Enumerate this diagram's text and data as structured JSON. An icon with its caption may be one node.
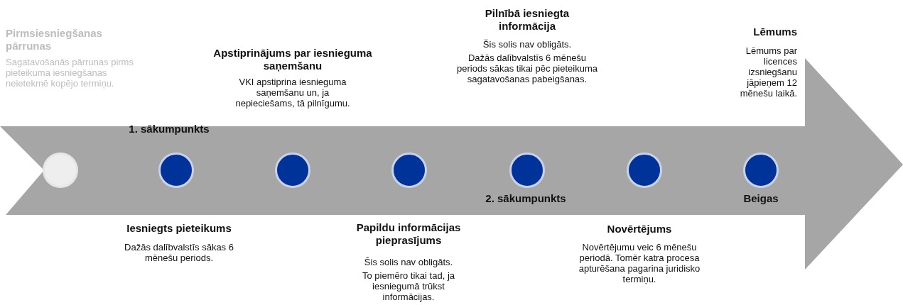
{
  "diagram": {
    "nodes": [
      {
        "text": [],
        "shape": "arrow"
      },
      {
        "text": [],
        "shape": "circle",
        "in": 0,
        "beside": [
          "Pirmsiesniegšanas pārrunas",
          "Sagatavošanās pārrunas pirms pieteikuma iesniegšanas neietekmē kopējo termiņu."
        ]
      },
      {
        "text": [],
        "shape": "circle",
        "in": 0,
        "beside": [
          "1. sākumpunkts",
          "Iesniegts pieteikums",
          "Dažās dalībvalstīs sākas 6 mēnešu periods."
        ]
      },
      {
        "text": [],
        "shape": "circle",
        "in": 0,
        "beside": [
          "Apstiprinājums par iesnieguma saņemšanu",
          "VKI apstiprina iesnieguma saņemšanu un, ja nepieciešams, tā pilnīgumu."
        ]
      },
      {
        "text": [],
        "shape": "circle",
        "in": 0,
        "beside": [
          "Papildu informācijas pieprasījums",
          "Šis solis nav obligāts.",
          "To piemēro tikai tad, ja iesniegumā trūkst informācijas."
        ]
      },
      {
        "text": [],
        "shape": "circle",
        "in": 0,
        "beside": [
          "Pilnībā iesniegta informācija",
          "Šis solis nav obligāts.",
          "Dažās dalībvalstīs 6 mēnešu periods sākas tikai pēc pieteikuma sagatavošanas pabeigšanas.",
          "2. sākumpunkts"
        ]
      },
      {
        "text": [],
        "shape": "circle",
        "in": 0,
        "beside": [
          "Novērtējums",
          "Novērtējumu veic 6 mēnešu periodā. Tomēr katra procesa apturēšana pagarina juridisko termiņu."
        ]
      },
      {
        "text": [],
        "shape": "circle",
        "in": 0,
        "beside": [
          "Lēmums",
          "Lēmums par licences izsniegšanu jāpieņem 12 mēnešu laikā.",
          "Beigas"
        ]
      }
    ]
  }
}
